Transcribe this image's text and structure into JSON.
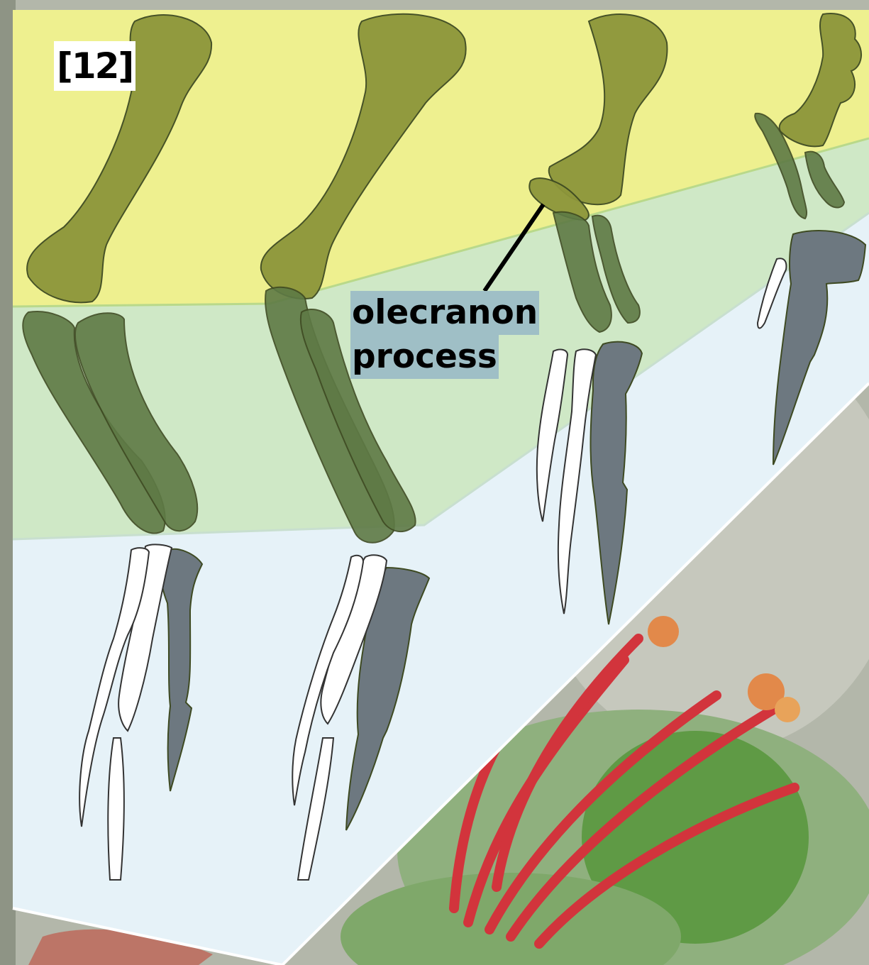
{
  "panel_label": "[12]",
  "callout": {
    "line1": "olecranon",
    "line2": "process"
  },
  "colors": {
    "yellow_band": "#eef08f",
    "green_band": "#cfe8c6",
    "blue_band": "#e6f2f8",
    "upper_bone": "#8d963a",
    "forearm_bone": "#5e7a45",
    "grey_bone": "#6d7880",
    "callout_bg": "#9fbfc6",
    "leaf_red": "#d2343c",
    "leaf_green": "#4f9a3a"
  },
  "icons": [
    "humerus-shape",
    "radius-ulna-shape",
    "metacarpal-shape",
    "phalanx-shape"
  ]
}
